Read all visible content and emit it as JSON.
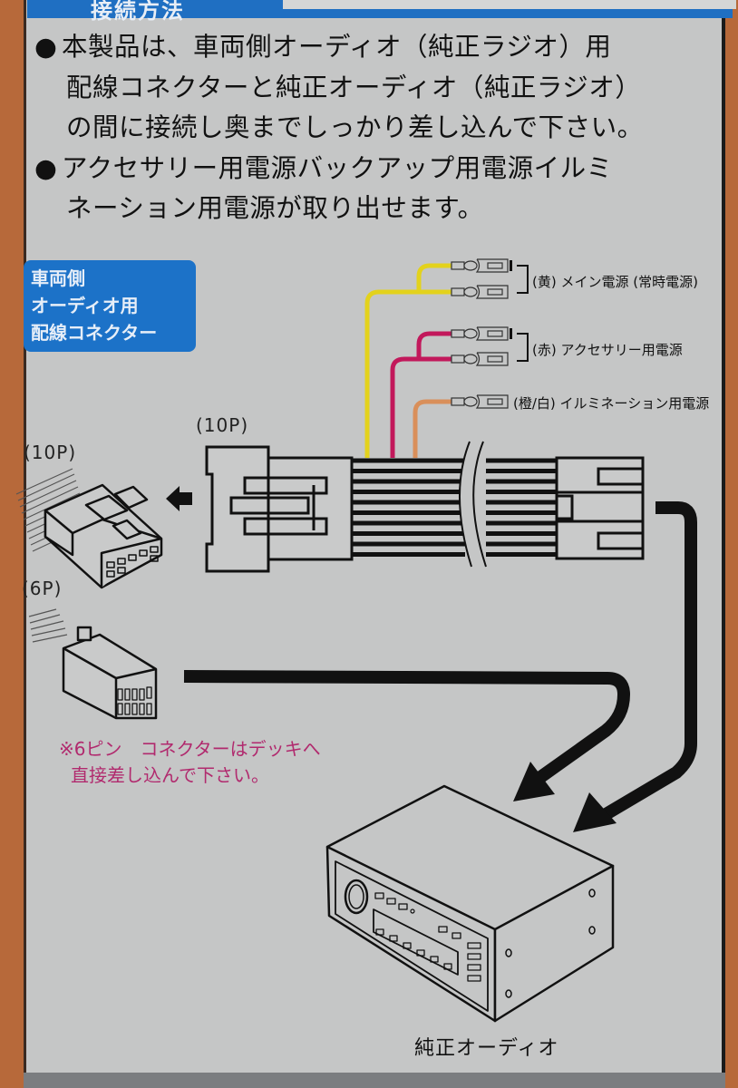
{
  "header": {
    "title": "接続方法"
  },
  "instructions": {
    "bullet_glyph": "●",
    "items": [
      {
        "lines": [
          "本製品は、車両側オーディオ（純正ラジオ）用",
          "配線コネクターと純正オーディオ（純正ラジオ）",
          "の間に接続し奥までしっかり差し込んで下さい。"
        ]
      },
      {
        "lines": [
          "アクセサリー用電源バックアップ用電源イルミ",
          "ネーション用電源が取り出せます。"
        ]
      }
    ]
  },
  "vehicle_connector_label": {
    "lines": [
      "車両側",
      "オーディオ用",
      "配線コネクター"
    ]
  },
  "wires": [
    {
      "label": "(黄) メイン電源 (常時電源)",
      "color": "#e3d21c",
      "terminals": 2
    },
    {
      "label": "(赤) アクセサリー用電源",
      "color": "#c2185b",
      "terminals": 2
    },
    {
      "label": "(橙/白) イルミネーション用電源",
      "color": "#d98f5a",
      "terminals": 1
    }
  ],
  "connectors": {
    "harness_10p": "(10P)",
    "vehicle_10p": "(10P)",
    "vehicle_6p": "(6P)"
  },
  "note": {
    "lines": [
      "※6ピン　コネクターはデッキへ",
      "直接差し込んで下さい。"
    ],
    "color": "#b12a6e"
  },
  "deck": {
    "label": "純正オーディオ"
  },
  "colors": {
    "accent_blue": "#1c72c8",
    "panel_bg": "#c5c6c6",
    "frame_orange": "#b7693a"
  }
}
